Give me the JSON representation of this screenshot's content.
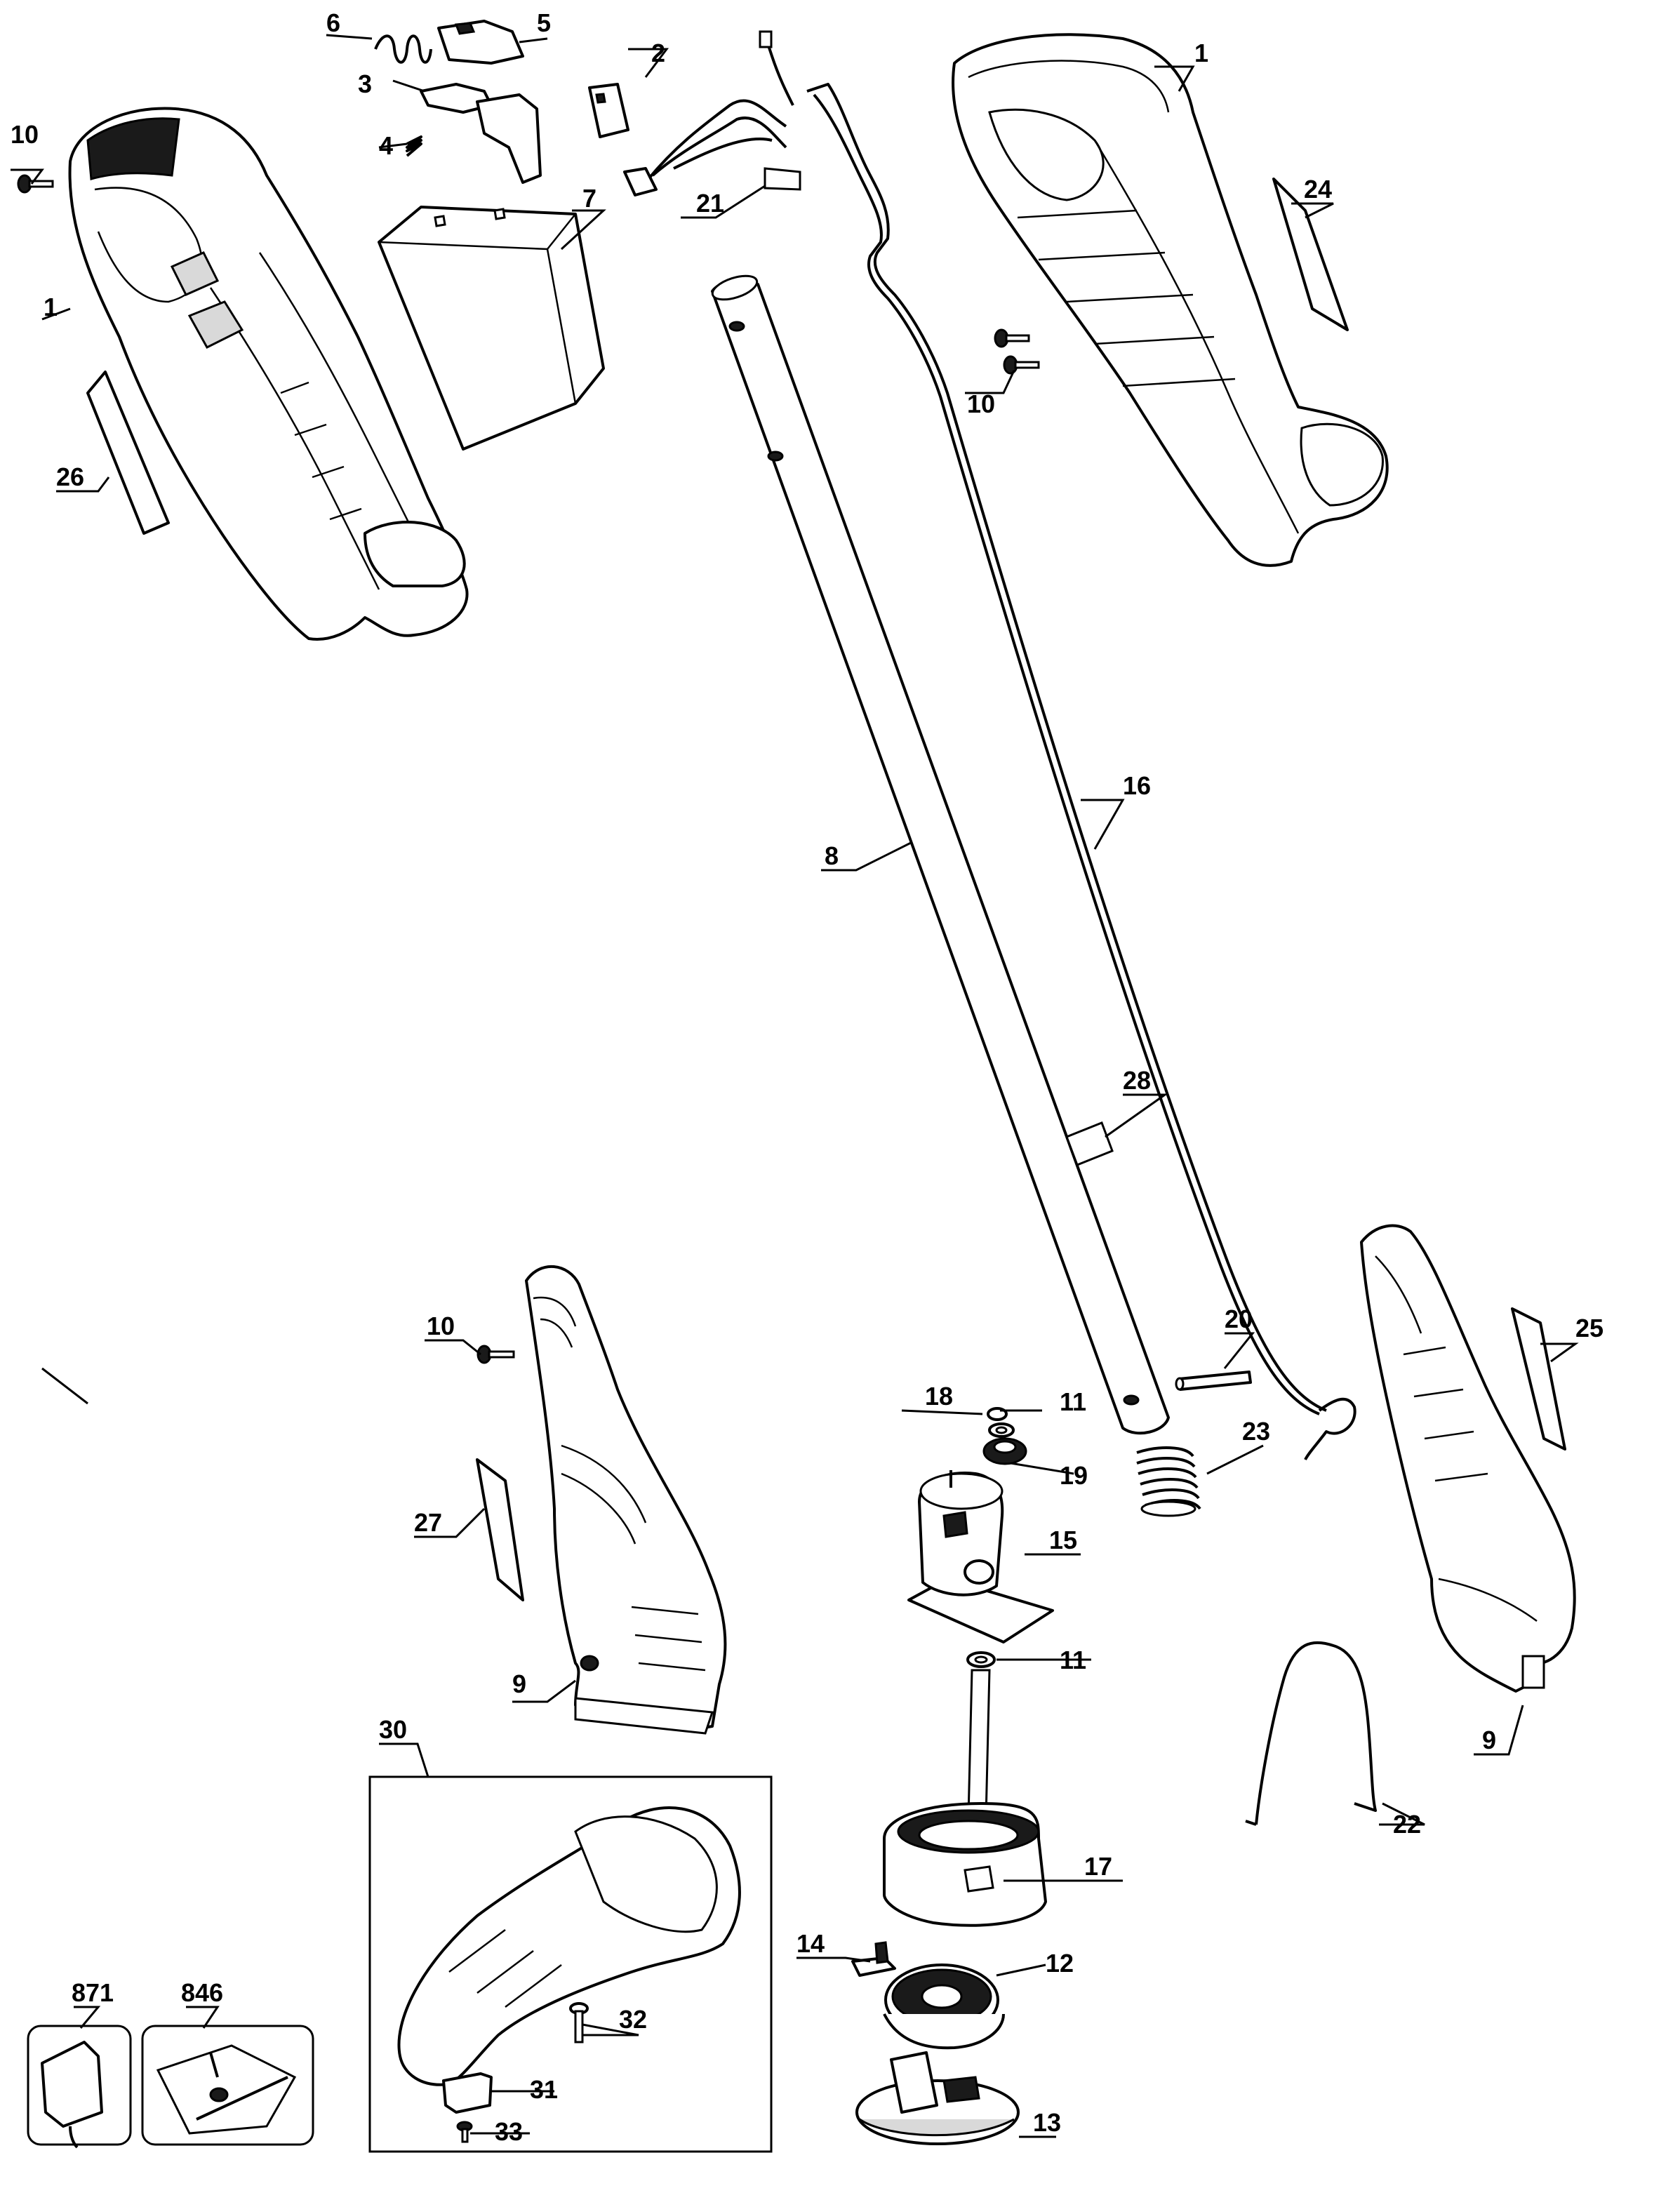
{
  "diagram": {
    "callouts": {
      "p1_left": "1",
      "p1_right": "1",
      "p2": "2",
      "p3": "3",
      "p4": "4",
      "p5": "5",
      "p6": "6",
      "p7": "7",
      "p8": "8",
      "p9_left": "9",
      "p9_right": "9",
      "p10_a": "10",
      "p10_b": "10",
      "p10_c": "10",
      "p11_a": "11",
      "p11_b": "11",
      "p12": "12",
      "p13": "13",
      "p14": "14",
      "p15": "15",
      "p16": "16",
      "p17": "17",
      "p18": "18",
      "p19": "19",
      "p20": "20",
      "p21": "21",
      "p22": "22",
      "p23": "23",
      "p24": "24",
      "p25": "25",
      "p26": "26",
      "p27": "27",
      "p28": "28",
      "p30": "30",
      "p31": "31",
      "p32": "32",
      "p33": "33",
      "p846": "846",
      "p871": "871"
    }
  }
}
